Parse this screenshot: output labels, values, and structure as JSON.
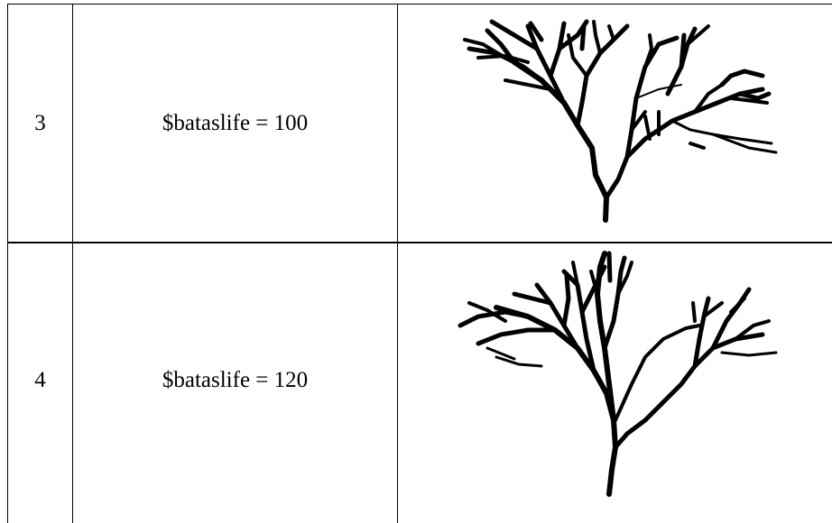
{
  "rows": [
    {
      "number": "3",
      "parameter": "$bataslife = 100",
      "image": "fractal-tree"
    },
    {
      "number": "4",
      "parameter": "$bataslife = 120",
      "image": "fractal-tree"
    }
  ]
}
